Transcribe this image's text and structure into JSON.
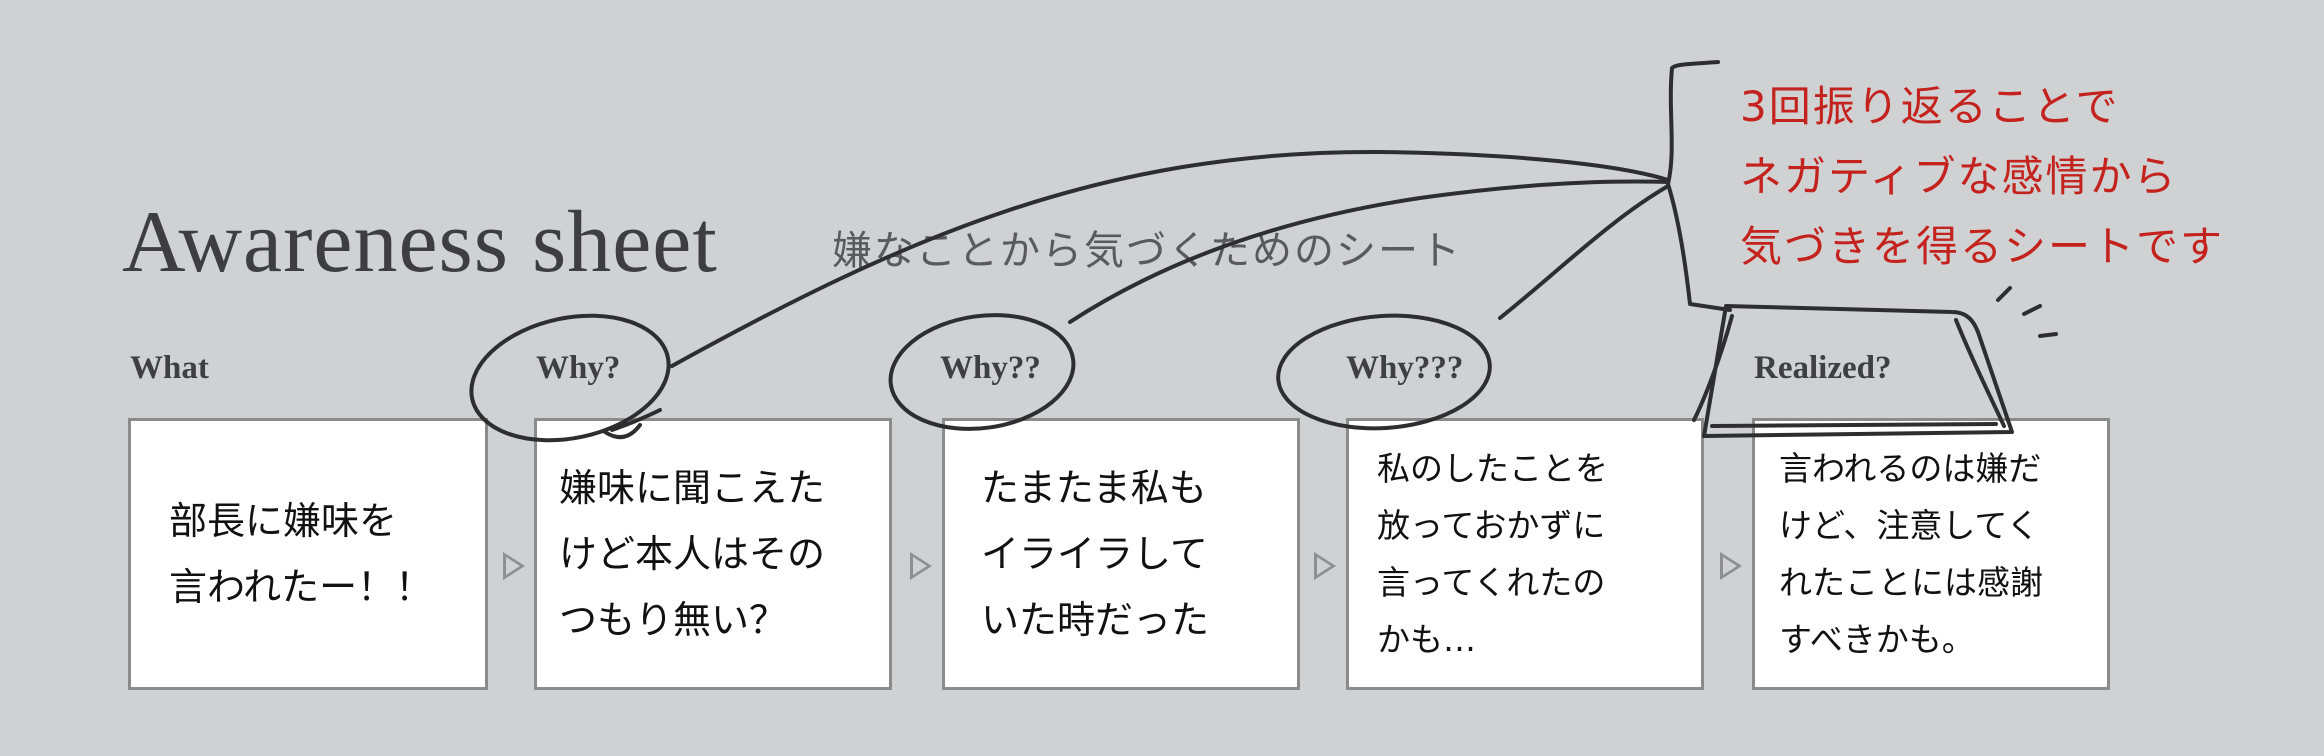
{
  "sheet": {
    "title": "Awareness sheet",
    "subtitle": "嫌なことから気づくためのシート"
  },
  "columns": [
    {
      "label": "What",
      "lines": [
        "部長に嫌味を",
        "言われたー！！"
      ]
    },
    {
      "label": "Why?",
      "lines": [
        "嫌味に聞こえた",
        "けど本人はその",
        "つもり無い？"
      ]
    },
    {
      "label": "Why??",
      "lines": [
        "たまたま私も",
        "イライラして",
        "いた時だった"
      ]
    },
    {
      "label": "Why???",
      "lines": [
        "私のしたことを",
        "放っておかずに",
        "言ってくれたの",
        "かも…"
      ]
    },
    {
      "label": "Realized?",
      "lines": [
        "言われるのは嫌だ",
        "けど、注意してく",
        "れたことには感謝",
        "すべきかも。"
      ]
    }
  ],
  "annotation": {
    "lines": [
      "3回振り返ることで",
      "ネガティブな感情から",
      "気づきを得るシートです"
    ],
    "color": "#c3221d"
  },
  "colors": {
    "background": "#d0d1d3",
    "ink": "#333333",
    "card_border": "#8b8b8d"
  }
}
